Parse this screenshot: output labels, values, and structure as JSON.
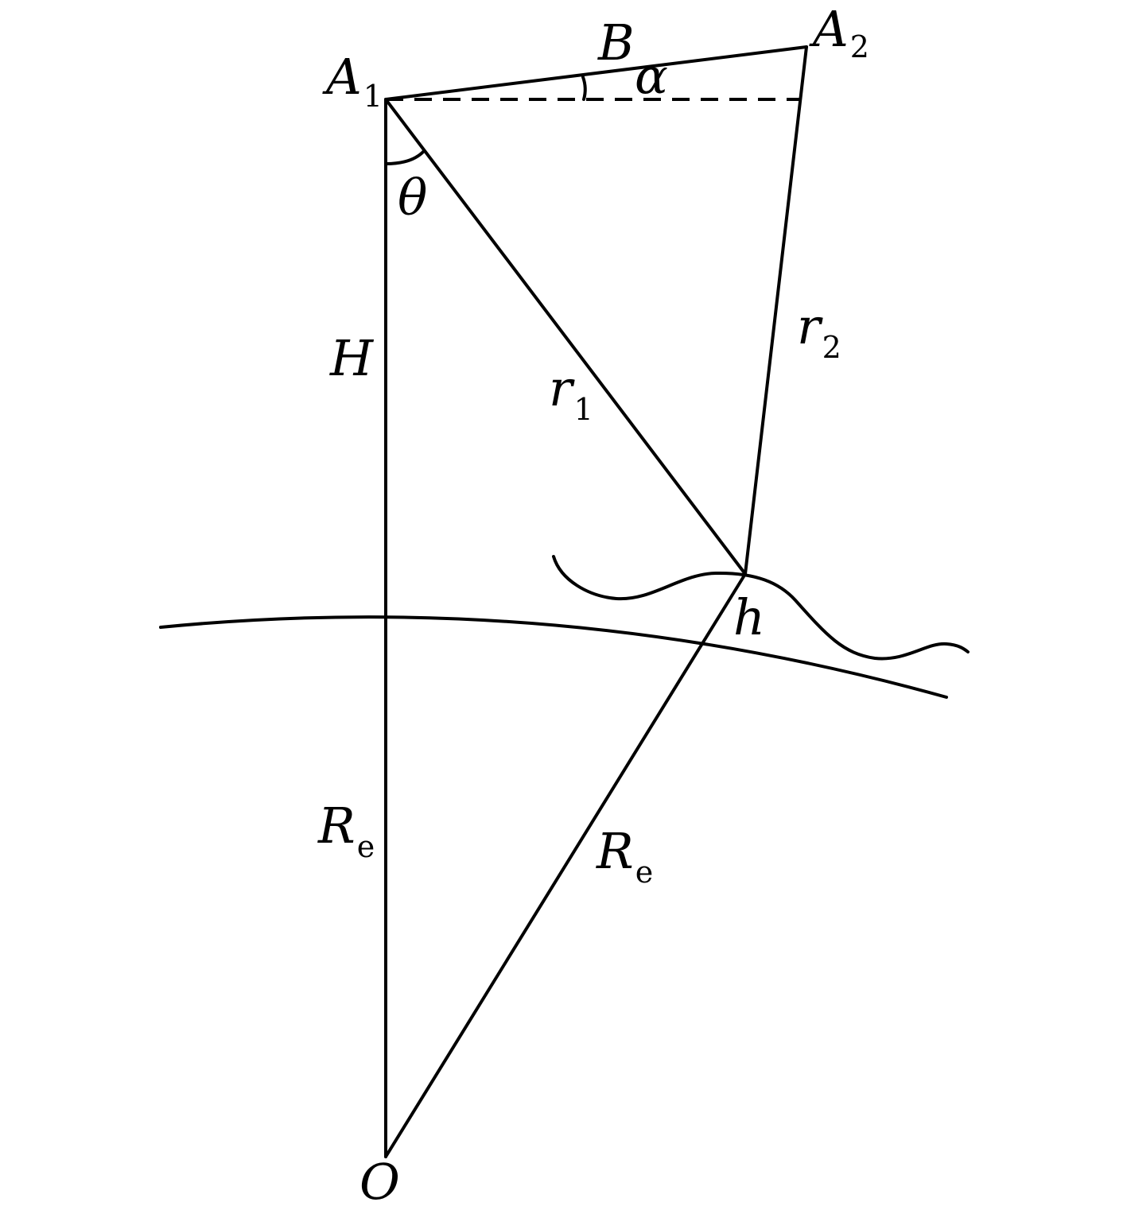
{
  "labels": {
    "A1": {
      "main": "A",
      "sub": "1"
    },
    "A2": {
      "main": "A",
      "sub": "2"
    },
    "B": {
      "main": "B"
    },
    "alpha": {
      "main": "α"
    },
    "theta": {
      "main": "θ"
    },
    "H": {
      "main": "H"
    },
    "r1": {
      "main": "r",
      "sub": "1"
    },
    "r2": {
      "main": "r",
      "sub": "2"
    },
    "h": {
      "main": "h"
    },
    "Re_left": {
      "main": "R",
      "sub": "e"
    },
    "Re_right": {
      "main": "R",
      "sub": "e"
    },
    "O": {
      "main": "O"
    }
  },
  "colors": {
    "stroke": "#000000",
    "background": "#ffffff"
  }
}
